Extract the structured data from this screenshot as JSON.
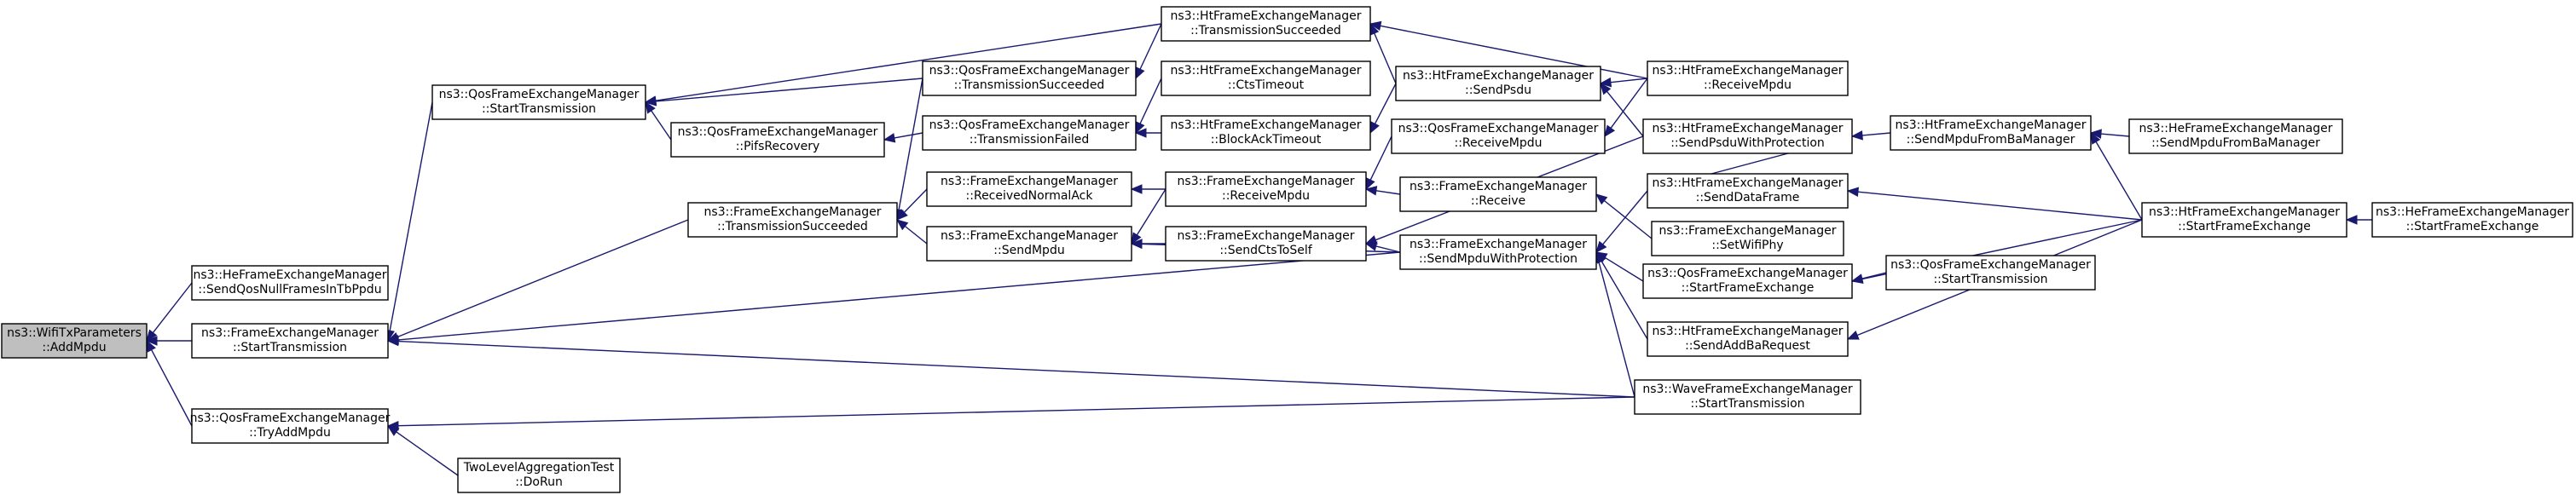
{
  "nodes": [
    {
      "id": "n0",
      "lines": [
        "ns3::WifiTxParameters",
        "::AddMpdu"
      ],
      "root": true
    },
    {
      "id": "n1",
      "lines": [
        "ns3::HeFrameExchangeManager",
        "::SendQosNullFramesInTbPpdu"
      ]
    },
    {
      "id": "n2",
      "lines": [
        "ns3::FrameExchangeManager",
        "::StartTransmission"
      ]
    },
    {
      "id": "n3",
      "lines": [
        "ns3::QosFrameExchangeManager",
        "::TryAddMpdu"
      ]
    },
    {
      "id": "n4",
      "lines": [
        "ns3::QosFrameExchangeManager",
        "::StartTransmission"
      ]
    },
    {
      "id": "n5",
      "lines": [
        "ns3::QosFrameExchangeManager",
        "::PifsRecovery"
      ]
    },
    {
      "id": "n6",
      "lines": [
        "ns3::FrameExchangeManager",
        "::TransmissionSucceeded"
      ]
    },
    {
      "id": "n7",
      "lines": [
        "TwoLevelAggregationTest",
        "::DoRun"
      ]
    },
    {
      "id": "n8",
      "lines": [
        "ns3::QosFrameExchangeManager",
        "::TransmissionSucceeded"
      ]
    },
    {
      "id": "n9",
      "lines": [
        "ns3::QosFrameExchangeManager",
        "::TransmissionFailed"
      ]
    },
    {
      "id": "n10",
      "lines": [
        "ns3::FrameExchangeManager",
        "::ReceivedNormalAck"
      ]
    },
    {
      "id": "n11",
      "lines": [
        "ns3::FrameExchangeManager",
        "::SendMpdu"
      ]
    },
    {
      "id": "n12",
      "lines": [
        "ns3::HtFrameExchangeManager",
        "::TransmissionSucceeded"
      ]
    },
    {
      "id": "n13",
      "lines": [
        "ns3::HtFrameExchangeManager",
        "::CtsTimeout"
      ]
    },
    {
      "id": "n14",
      "lines": [
        "ns3::HtFrameExchangeManager",
        "::BlockAckTimeout"
      ]
    },
    {
      "id": "n15",
      "lines": [
        "ns3::FrameExchangeManager",
        "::ReceiveMpdu"
      ]
    },
    {
      "id": "n16",
      "lines": [
        "ns3::FrameExchangeManager",
        "::SendCtsToSelf"
      ]
    },
    {
      "id": "n17",
      "lines": [
        "ns3::HtFrameExchangeManager",
        "::SendPsdu"
      ]
    },
    {
      "id": "n18",
      "lines": [
        "ns3::QosFrameExchangeManager",
        "::ReceiveMpdu"
      ]
    },
    {
      "id": "n19",
      "lines": [
        "ns3::FrameExchangeManager",
        "::Receive"
      ]
    },
    {
      "id": "n20",
      "lines": [
        "ns3::FrameExchangeManager",
        "::SendMpduWithProtection"
      ]
    },
    {
      "id": "n21",
      "lines": [
        "ns3::HtFrameExchangeManager",
        "::ReceiveMpdu"
      ]
    },
    {
      "id": "n22",
      "lines": [
        "ns3::HtFrameExchangeManager",
        "::SendPsduWithProtection"
      ]
    },
    {
      "id": "n23",
      "lines": [
        "ns3::FrameExchangeManager",
        "::SetWifiPhy"
      ]
    },
    {
      "id": "n24",
      "lines": [
        "ns3::HtFrameExchangeManager",
        "::SendDataFrame"
      ]
    },
    {
      "id": "n25",
      "lines": [
        "ns3::QosFrameExchangeManager",
        "::StartFrameExchange"
      ]
    },
    {
      "id": "n26",
      "lines": [
        "ns3::HtFrameExchangeManager",
        "::SendAddBaRequest"
      ]
    },
    {
      "id": "n27",
      "lines": [
        "ns3::WaveFrameExchangeManager",
        "::StartTransmission"
      ]
    },
    {
      "id": "n28",
      "lines": [
        "ns3::HtFrameExchangeManager",
        "::SendMpduFromBaManager"
      ]
    },
    {
      "id": "n29",
      "lines": [
        "ns3::QosFrameExchangeManager",
        "::StartTransmission"
      ]
    },
    {
      "id": "n30",
      "lines": [
        "ns3::HtFrameExchangeManager",
        "::StartFrameExchange"
      ]
    },
    {
      "id": "n31",
      "lines": [
        "ns3::HeFrameExchangeManager",
        "::SendMpduFromBaManager"
      ]
    },
    {
      "id": "n32",
      "lines": [
        "ns3::HeFrameExchangeManager",
        "::StartFrameExchange"
      ]
    }
  ],
  "edges": [
    [
      "n1",
      "n0"
    ],
    [
      "n2",
      "n0"
    ],
    [
      "n3",
      "n0"
    ],
    [
      "n4",
      "n2"
    ],
    [
      "n6",
      "n2"
    ],
    [
      "n20",
      "n2"
    ],
    [
      "n27",
      "n2"
    ],
    [
      "n27",
      "n3"
    ],
    [
      "n7",
      "n3"
    ],
    [
      "n12",
      "n4"
    ],
    [
      "n8",
      "n4"
    ],
    [
      "n5",
      "n4"
    ],
    [
      "n9",
      "n5"
    ],
    [
      "n10",
      "n6"
    ],
    [
      "n11",
      "n6"
    ],
    [
      "n8",
      "n6"
    ],
    [
      "n12",
      "n8"
    ],
    [
      "n13",
      "n9"
    ],
    [
      "n14",
      "n9"
    ],
    [
      "n15",
      "n10"
    ],
    [
      "n15",
      "n11"
    ],
    [
      "n16",
      "n11"
    ],
    [
      "n20",
      "n11"
    ],
    [
      "n17",
      "n12"
    ],
    [
      "n21",
      "n12"
    ],
    [
      "n17",
      "n14"
    ],
    [
      "n18",
      "n15"
    ],
    [
      "n19",
      "n15"
    ],
    [
      "n20",
      "n16"
    ],
    [
      "n22",
      "n16"
    ],
    [
      "n21",
      "n17"
    ],
    [
      "n22",
      "n17"
    ],
    [
      "n21",
      "n18"
    ],
    [
      "n23",
      "n19"
    ],
    [
      "n24",
      "n20"
    ],
    [
      "n25",
      "n20"
    ],
    [
      "n26",
      "n20"
    ],
    [
      "n27",
      "n20"
    ],
    [
      "n28",
      "n22"
    ],
    [
      "n24",
      "n22"
    ],
    [
      "n30",
      "n24"
    ],
    [
      "n30",
      "n25"
    ],
    [
      "n29",
      "n25"
    ],
    [
      "n30",
      "n26"
    ],
    [
      "n30",
      "n28"
    ],
    [
      "n31",
      "n28"
    ],
    [
      "n32",
      "n30"
    ]
  ]
}
